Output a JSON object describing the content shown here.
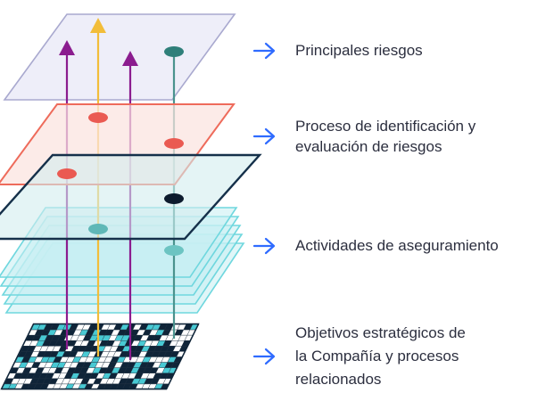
{
  "layers": [
    {
      "id": "principales",
      "label_lines": [
        "Principales riesgos"
      ]
    },
    {
      "id": "proceso",
      "label_lines": [
        "Proceso de identificación y",
        "evaluación de riesgos"
      ]
    },
    {
      "id": "actividades",
      "label_lines": [
        "Actividades de aseguramiento"
      ]
    },
    {
      "id": "objetivos",
      "label_lines": [
        "Objetivos estratégicos de",
        "la Compañía y procesos",
        "relacionados"
      ]
    }
  ],
  "colors": {
    "arrow_blue": "#2f6bff",
    "top_plane_fill": "#eeeef9",
    "top_plane_stroke": "#a9a9cf",
    "risk_plane_fill": "#fbe3df",
    "risk_plane_stroke": "#ee6b5b",
    "dark_plane_fill": "#d2ecef",
    "dark_plane_stroke": "#15304a",
    "cyan_fill": "#c6eff2",
    "cyan_stroke": "#6fd7de",
    "purple_arrow": "#8b1c8f",
    "yellow_arrow": "#f2bd3a",
    "teal_line": "#4a938e",
    "red_dot": "#ea5a52",
    "navy_dot": "#0d1b2e",
    "teal_dot": "#2f7f7a",
    "mosaic_navy": "#0f2438",
    "mosaic_cyan": "#48c9d3"
  },
  "icons": {
    "label_arrow": "arrow-right-icon"
  }
}
